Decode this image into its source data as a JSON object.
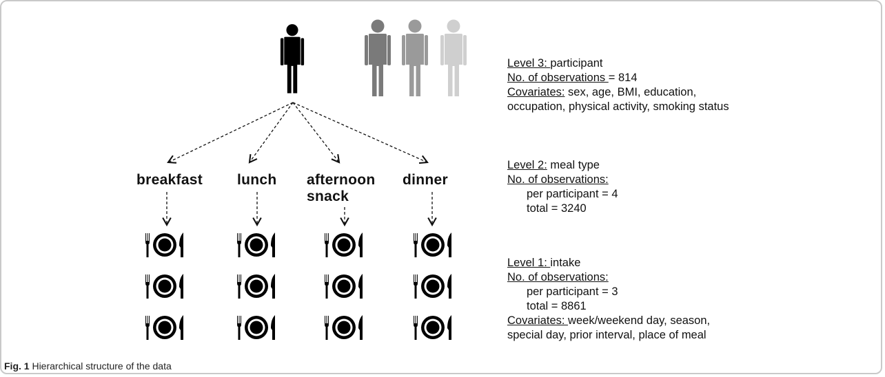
{
  "meals": [
    {
      "label": "breakfast"
    },
    {
      "label": "lunch"
    },
    {
      "label": "afternoon snack"
    },
    {
      "label": "dinner"
    }
  ],
  "level3": {
    "title_u": "Level 3: ",
    "title_rest": "participant",
    "obs_u": "No. of observations ",
    "obs_rest": "= 814",
    "cov_u": "Covariates:",
    "cov_rest": " sex, age, BMI, education,",
    "cov_line2": "occupation, physical activity, smoking status"
  },
  "level2": {
    "title_u": "Level 2:",
    "title_rest": " meal type",
    "obs_u": "No. of observations:",
    "per_participant": "per participant = 4",
    "total": "total = 3240"
  },
  "level1": {
    "title_u": "Level 1: ",
    "title_rest": "intake",
    "obs_u": "No. of observations:",
    "per_participant": "per participant = 3",
    "total": "total = 8861",
    "cov_u": "Covariates: ",
    "cov_rest": "week/weekend day, season,",
    "cov_line2": "special day, prior interval, place of meal"
  },
  "caption": {
    "label": "Fig. 1",
    "text": " Hierarchical structure of the data"
  },
  "icons": {
    "person": "person-icon",
    "meal": "fork-plate-knife-icon"
  },
  "colors": {
    "person_main": "#000000",
    "person_faded": [
      "#7a7a7a",
      "#9a9a9a",
      "#cfcfcf"
    ]
  }
}
